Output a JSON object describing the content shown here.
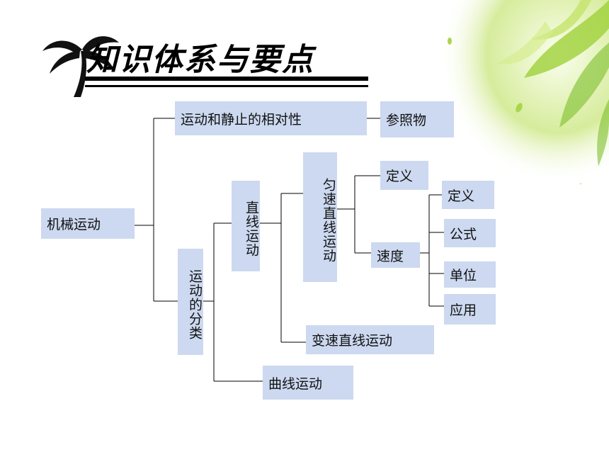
{
  "title": "知识体系与要点",
  "nodes": {
    "jixie": "机械运动",
    "yundong_jingzhi": "运动和静止的相对性",
    "cankaowu": "参照物",
    "fenlei": "运动的分类",
    "zhixian": "直线运动",
    "yunsu": "匀速直线运动",
    "dingyi1": "定义",
    "sudu": "速度",
    "dingyi2": "定义",
    "gongshi": "公式",
    "danwei": "单位",
    "yingyong": "应用",
    "biansu": "变速直线运动",
    "quxian": "曲线运动"
  },
  "colors": {
    "box": "#ccd9f0",
    "line": "#000000"
  }
}
